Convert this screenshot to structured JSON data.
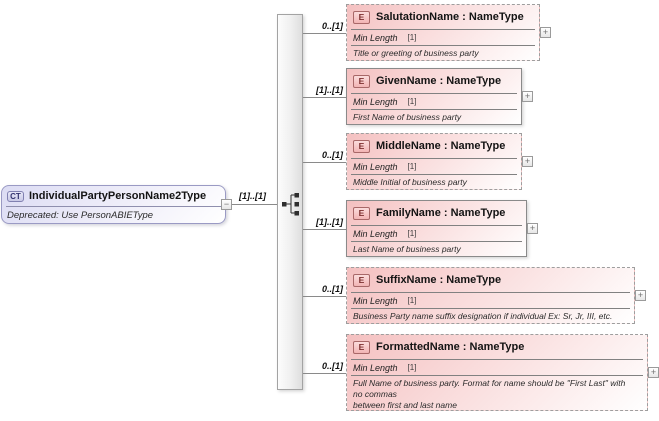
{
  "diagram": {
    "root": {
      "badge": "CT",
      "title": "IndividualPartyPersonName2Type",
      "annotation": "Deprecated: Use PersonABIEType",
      "cardinality": "[1]..[1]"
    },
    "compositor": "sequence",
    "icons": {
      "expand": "+",
      "collapse": "−"
    },
    "elements": [
      {
        "badge": "E",
        "title": "SalutationName : NameType",
        "cardinality": "0..[1]",
        "facet_label": "Min Length",
        "facet_value": "[1]",
        "description": "Title or greeting of business party"
      },
      {
        "badge": "E",
        "title": "GivenName : NameType",
        "cardinality": "[1]..[1]",
        "facet_label": "Min Length",
        "facet_value": "[1]",
        "description": "First Name of business party"
      },
      {
        "badge": "E",
        "title": "MiddleName : NameType",
        "cardinality": "0..[1]",
        "facet_label": "Min Length",
        "facet_value": "[1]",
        "description": "Middle Initial of business party"
      },
      {
        "badge": "E",
        "title": "FamilyName : NameType",
        "cardinality": "[1]..[1]",
        "facet_label": "Min Length",
        "facet_value": "[1]",
        "description": "Last Name of business party"
      },
      {
        "badge": "E",
        "title": "SuffixName : NameType",
        "cardinality": "0..[1]",
        "facet_label": "Min Length",
        "facet_value": "[1]",
        "description": "Business Party name suffix designation if individual Ex: Sr, Jr, III, etc."
      },
      {
        "badge": "E",
        "title": "FormattedName : NameType",
        "cardinality": "0..[1]",
        "facet_label": "Min Length",
        "facet_value": "[1]",
        "description": "Full Name of business party. Format for name should be \"First Last\" with\nno commas\nbetween first and last name"
      }
    ],
    "colors": {
      "element_accent": "#f4c0c0",
      "complex_type_accent": "#dcdcf4",
      "connector": "#8a8a8a"
    }
  }
}
